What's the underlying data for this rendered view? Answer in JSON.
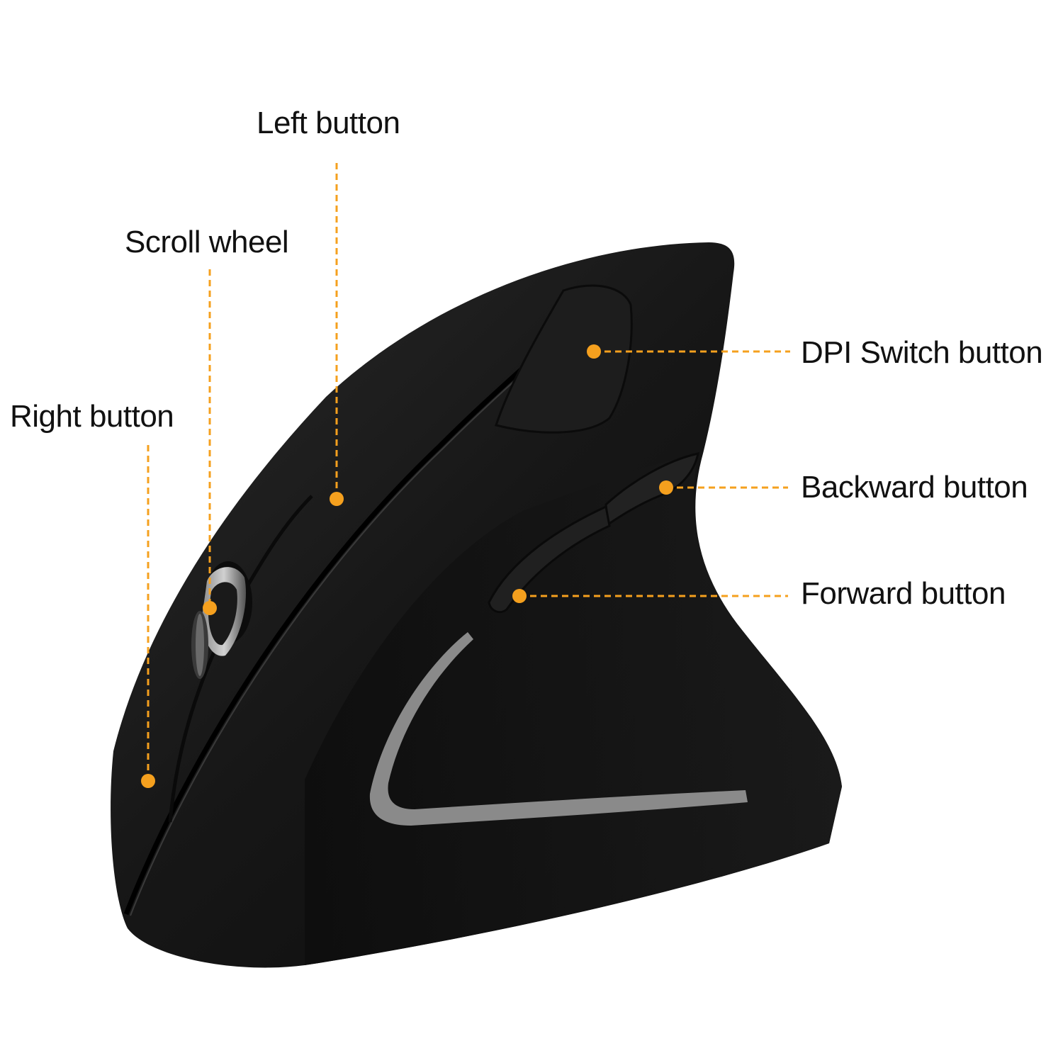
{
  "labels": {
    "left_button": "Left button",
    "scroll_wheel": "Scroll wheel",
    "right_button": "Right button",
    "dpi_switch_button": "DPI Switch button",
    "backward_button": "Backward button",
    "forward_button": "Forward button"
  },
  "colors": {
    "callout": "#F5A01E",
    "mouse_body": "#141414",
    "accent_strip": "#8A8A8A",
    "text": "#111111"
  },
  "icons": {
    "product": "vertical-ergonomic-mouse"
  }
}
